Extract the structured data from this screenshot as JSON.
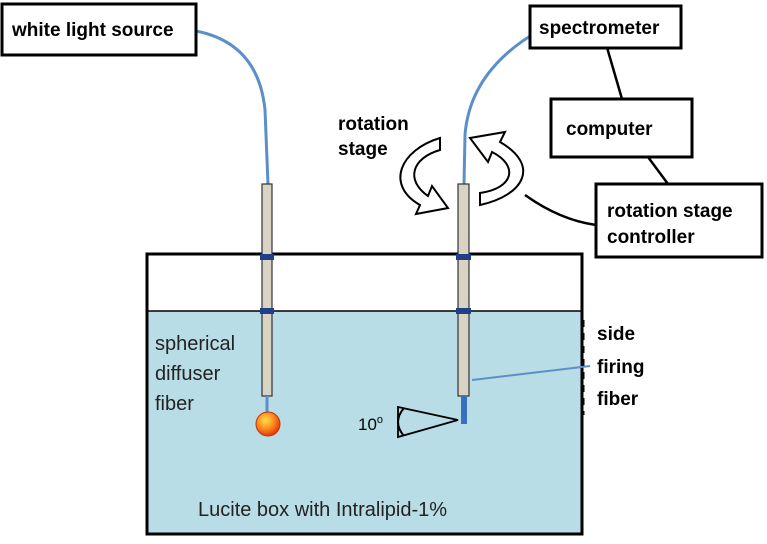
{
  "labels": {
    "white_light_source": "white light source",
    "spectrometer": "spectrometer",
    "computer": "computer",
    "rotation_stage_line1": "rotation",
    "rotation_stage_line2": "stage",
    "rotation_stage_controller_line1": "rotation stage",
    "rotation_stage_controller_line2": "controller",
    "spherical_line1": "spherical",
    "spherical_line2": "diffuser",
    "spherical_line3": "fiber",
    "side_line1": "side",
    "side_line2": "firing",
    "side_line3": "fiber",
    "angle_number": "10",
    "angle_unit": "o",
    "box_caption": "Lucite box with Intralipid-1%"
  },
  "colors": {
    "liquid": "#b9dde6",
    "fiber_cable": "#5b8fc9",
    "fiber_tube": "#d8d3c2",
    "clamp": "#1f3f8a",
    "diffuser_ball": "#f05a10",
    "outline": "#000000"
  }
}
